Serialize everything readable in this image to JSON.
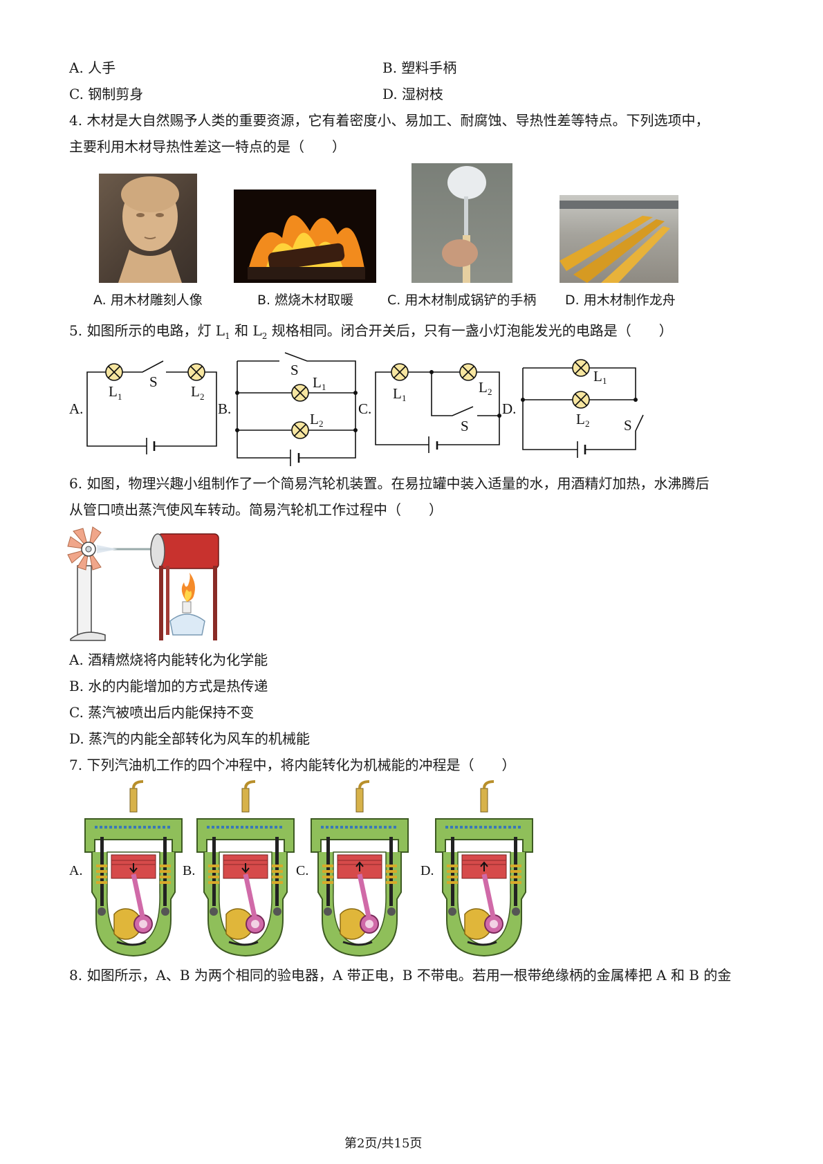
{
  "q3_options": {
    "a": "A. 人手",
    "b": "B. 塑料手柄",
    "c": "C. 钢制剪身",
    "d": "D. 湿树枝"
  },
  "q4": {
    "stem_line1": "4. 木材是大自然赐予人类的重要资源，它有着密度小、易加工、耐腐蚀、导热性差等特点。下列选项中，",
    "stem_line2": "主要利用木材导热性差这一特点的是（　　）",
    "captions": [
      "A. 用木材雕刻人像",
      "B. 燃烧木材取暖",
      "C. 用木材制成锅铲的手柄",
      "D. 用木材制作龙舟"
    ]
  },
  "q5": {
    "stem_pre": "5. 如图所示的电路，灯 L",
    "sub1": "1",
    "stem_mid": " 和 L",
    "sub2": "2",
    "stem_post": " 规格相同。闭合开关后，只有一盏小灯泡能发光的电路是（　　）",
    "option_labels": [
      "A.",
      "B.",
      "C.",
      "D."
    ],
    "lamp1_label": "L",
    "lamp1_sub": "1",
    "lamp2_label": "L",
    "lamp2_sub": "2",
    "switch_label": "S"
  },
  "q6": {
    "stem_line1": "6. 如图，物理兴趣小组制作了一个简易汽轮机装置。在易拉罐中装入适量的水，用酒精灯加热，水沸腾后",
    "stem_line2": "从管口喷出蒸汽使风车转动。简易汽轮机工作过程中（　　）",
    "options": [
      "A. 酒精燃烧将内能转化为化学能",
      "B. 水的内能增加的方式是热传递",
      "C. 蒸汽被喷出后内能保持不变",
      "D. 蒸汽的内能全部转化为风车的机械能"
    ]
  },
  "q7": {
    "stem": "7. 下列汽油机工作的四个冲程中，将内能转化为机械能的冲程是（　　）",
    "option_labels": [
      "A.",
      "B.",
      "C.",
      "D."
    ]
  },
  "q8": {
    "stem": "8. 如图所示，A、B 为两个相同的验电器，A 带正电，B 不带电。若用一根带绝缘柄的金属棒把 A 和 B 的金"
  },
  "footer": "第2页/共15页",
  "colors": {
    "engine_green": "#8fbf5a",
    "piston_red": "#d64a4a",
    "rod_pink": "#d06aa8",
    "lamp_yellow": "#f7e6a0"
  }
}
